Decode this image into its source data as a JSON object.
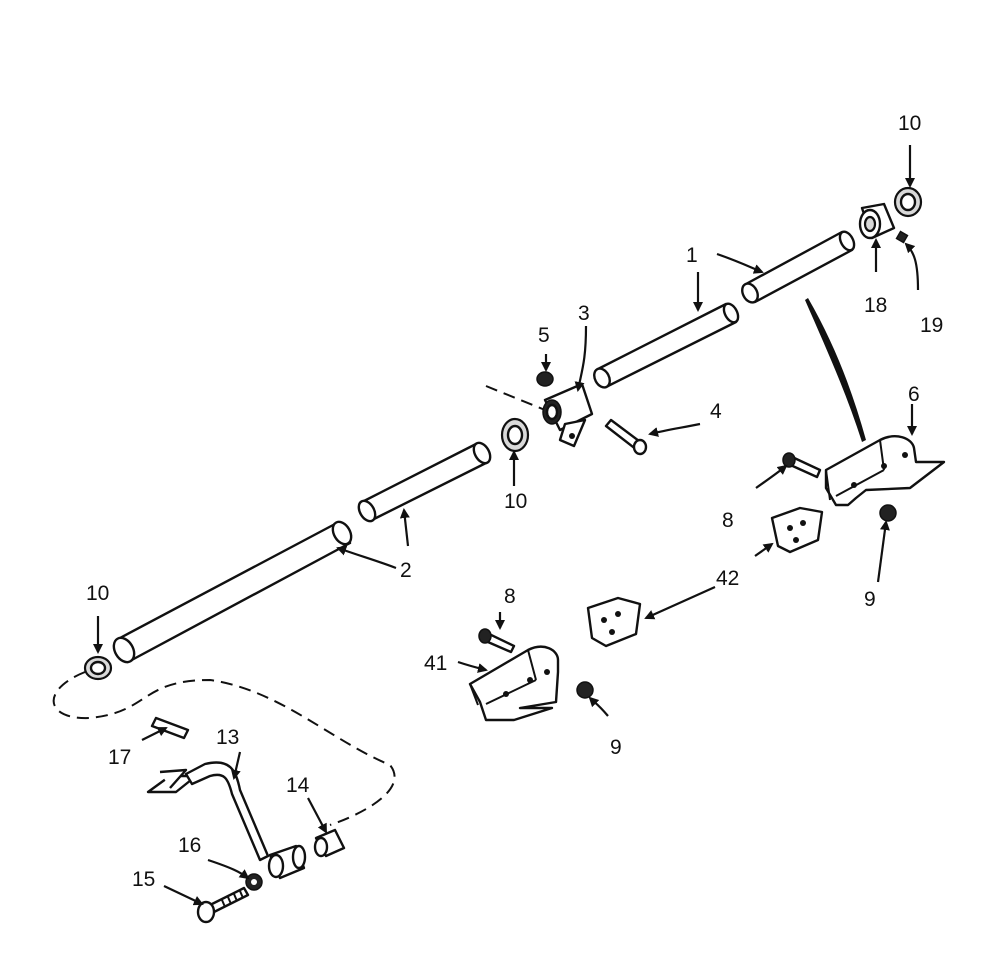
{
  "diagram": {
    "callouts": [
      {
        "id": "l1",
        "text": "1"
      },
      {
        "id": "l2",
        "text": "2"
      },
      {
        "id": "l3",
        "text": "3"
      },
      {
        "id": "l4",
        "text": "4"
      },
      {
        "id": "l5",
        "text": "5"
      },
      {
        "id": "l6",
        "text": "6"
      },
      {
        "id": "l8a",
        "text": "8"
      },
      {
        "id": "l8b",
        "text": "8"
      },
      {
        "id": "l9a",
        "text": "9"
      },
      {
        "id": "l9b",
        "text": "9"
      },
      {
        "id": "l10a",
        "text": "10"
      },
      {
        "id": "l10b",
        "text": "10"
      },
      {
        "id": "l10c",
        "text": "10"
      },
      {
        "id": "l13",
        "text": "13"
      },
      {
        "id": "l14",
        "text": "14"
      },
      {
        "id": "l15",
        "text": "15"
      },
      {
        "id": "l16",
        "text": "16"
      },
      {
        "id": "l17",
        "text": "17"
      },
      {
        "id": "l18",
        "text": "18"
      },
      {
        "id": "l19",
        "text": "19"
      },
      {
        "id": "l41",
        "text": "41"
      },
      {
        "id": "l42",
        "text": "42"
      }
    ]
  }
}
